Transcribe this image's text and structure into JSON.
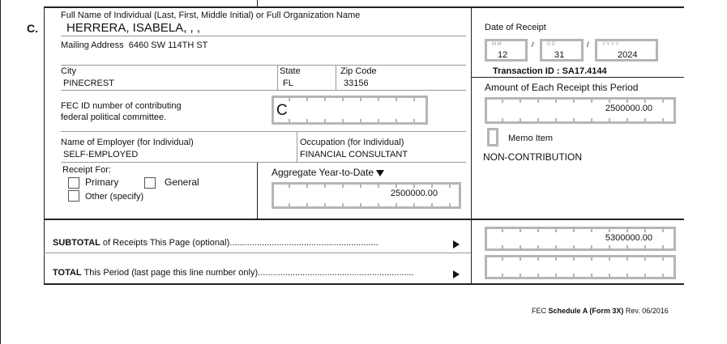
{
  "section_letter": "C.",
  "name": {
    "label": "Full Name of Individual (Last, First, Middle Initial) or Full Organization Name",
    "value": "HERRERA, ISABELA, , ,"
  },
  "mailing": {
    "label": "Mailing Address",
    "value": "6460 SW 114TH ST"
  },
  "city": {
    "label": "City",
    "value": "PINECREST"
  },
  "state": {
    "label": "State",
    "value": "FL"
  },
  "zip": {
    "label": "Zip Code",
    "value": "33156"
  },
  "fec_id": {
    "label_line1": "FEC ID number of contributing",
    "label_line2": "federal political committee.",
    "prefix": "C"
  },
  "employer": {
    "label": "Name of Employer (for Individual)",
    "value": "SELF-EMPLOYED"
  },
  "occupation": {
    "label": "Occupation (for Individual)",
    "value": "FINANCIAL CONSULTANT"
  },
  "receipt_for": {
    "label": "Receipt For:",
    "primary": "Primary",
    "general": "General",
    "other": "Other (specify)"
  },
  "aggregate": {
    "label": "Aggregate Year-to-Date",
    "value": "2500000.00"
  },
  "date_of_receipt": {
    "label": "Date of Receipt",
    "mm_hint": "M M",
    "dd_hint": "D D",
    "yyyy_hint": "Y Y Y Y",
    "month": "12",
    "day": "31",
    "year": "2024",
    "sep": "/"
  },
  "transaction_id": "Transaction ID : SA17.4144",
  "amount": {
    "label": "Amount of Each Receipt this Period",
    "value": "2500000.00"
  },
  "memo": {
    "label": "Memo Item"
  },
  "non_contribution": "NON-CONTRIBUTION",
  "subtotal": {
    "bold": "SUBTOTAL",
    "text": " of Receipts This Page (optional)............................................................",
    "value": "5300000.00"
  },
  "total": {
    "bold": "TOTAL",
    "text": " This Period (last page this line number only)...............................................................",
    "value": ""
  },
  "footer": {
    "prefix": "FEC ",
    "bold": "Schedule A (Form 3X)",
    "suffix": " Rev. 06/2016"
  }
}
